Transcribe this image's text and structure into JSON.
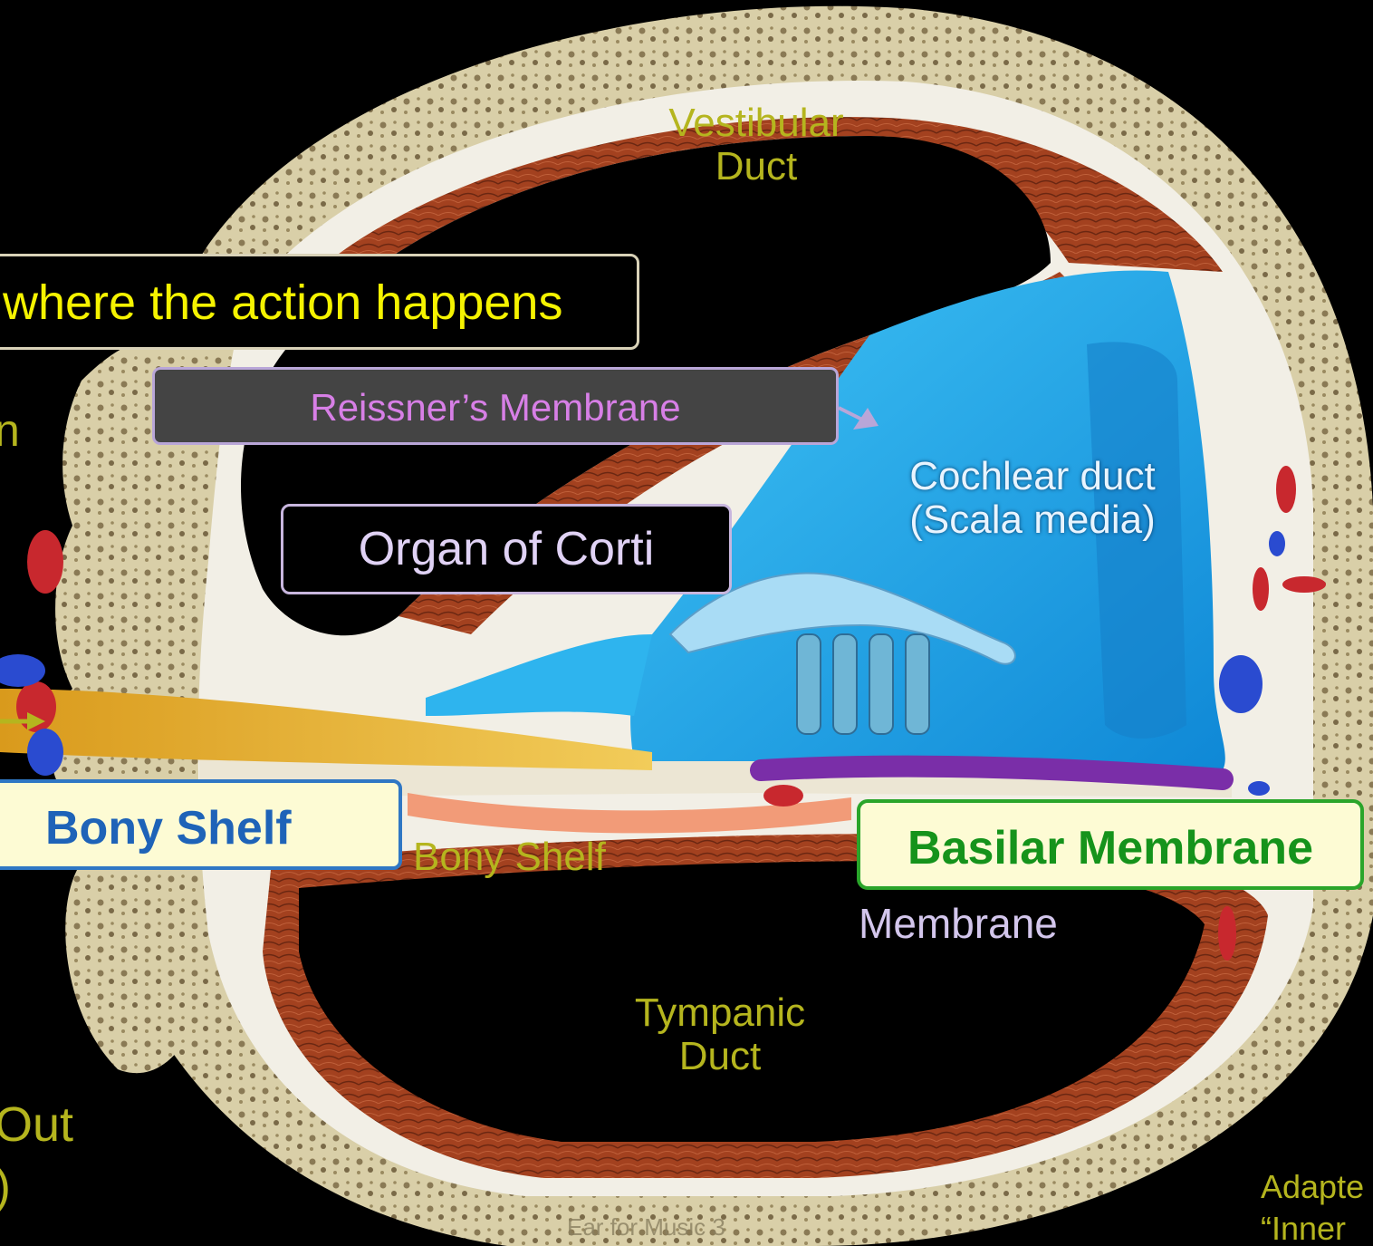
{
  "labels": {
    "vestibular_duct": "Vestibular\nDuct",
    "tympanic_duct": "Tympanic\nDuct",
    "cochlear_duct": "Cochlear duct\n(Scala media)",
    "bony_shelf_plain": "Bony Shelf",
    "membrane_fragment": "Membrane",
    "left_fragment_n": "n",
    "left_fragment_out": "Out",
    "left_fragment_paren": ")",
    "credit_1": "Adapte",
    "credit_2": "“Inner",
    "footer": "Ear for Music 3"
  },
  "callouts": {
    "action": "where the action happens",
    "reissner": "Reissner’s Membrane",
    "corti": "Organ of Corti",
    "bony_shelf": "Bony Shelf",
    "basilar": "Basilar Membrane"
  },
  "colors": {
    "background": "#000000",
    "bone": "#d9cfa8",
    "muscle": "#a3411f",
    "fluid": "#1fa9e6",
    "nerve": "#e8b330",
    "highlight_line": "#7a2ea8",
    "label_olive": "#b5b51e"
  }
}
